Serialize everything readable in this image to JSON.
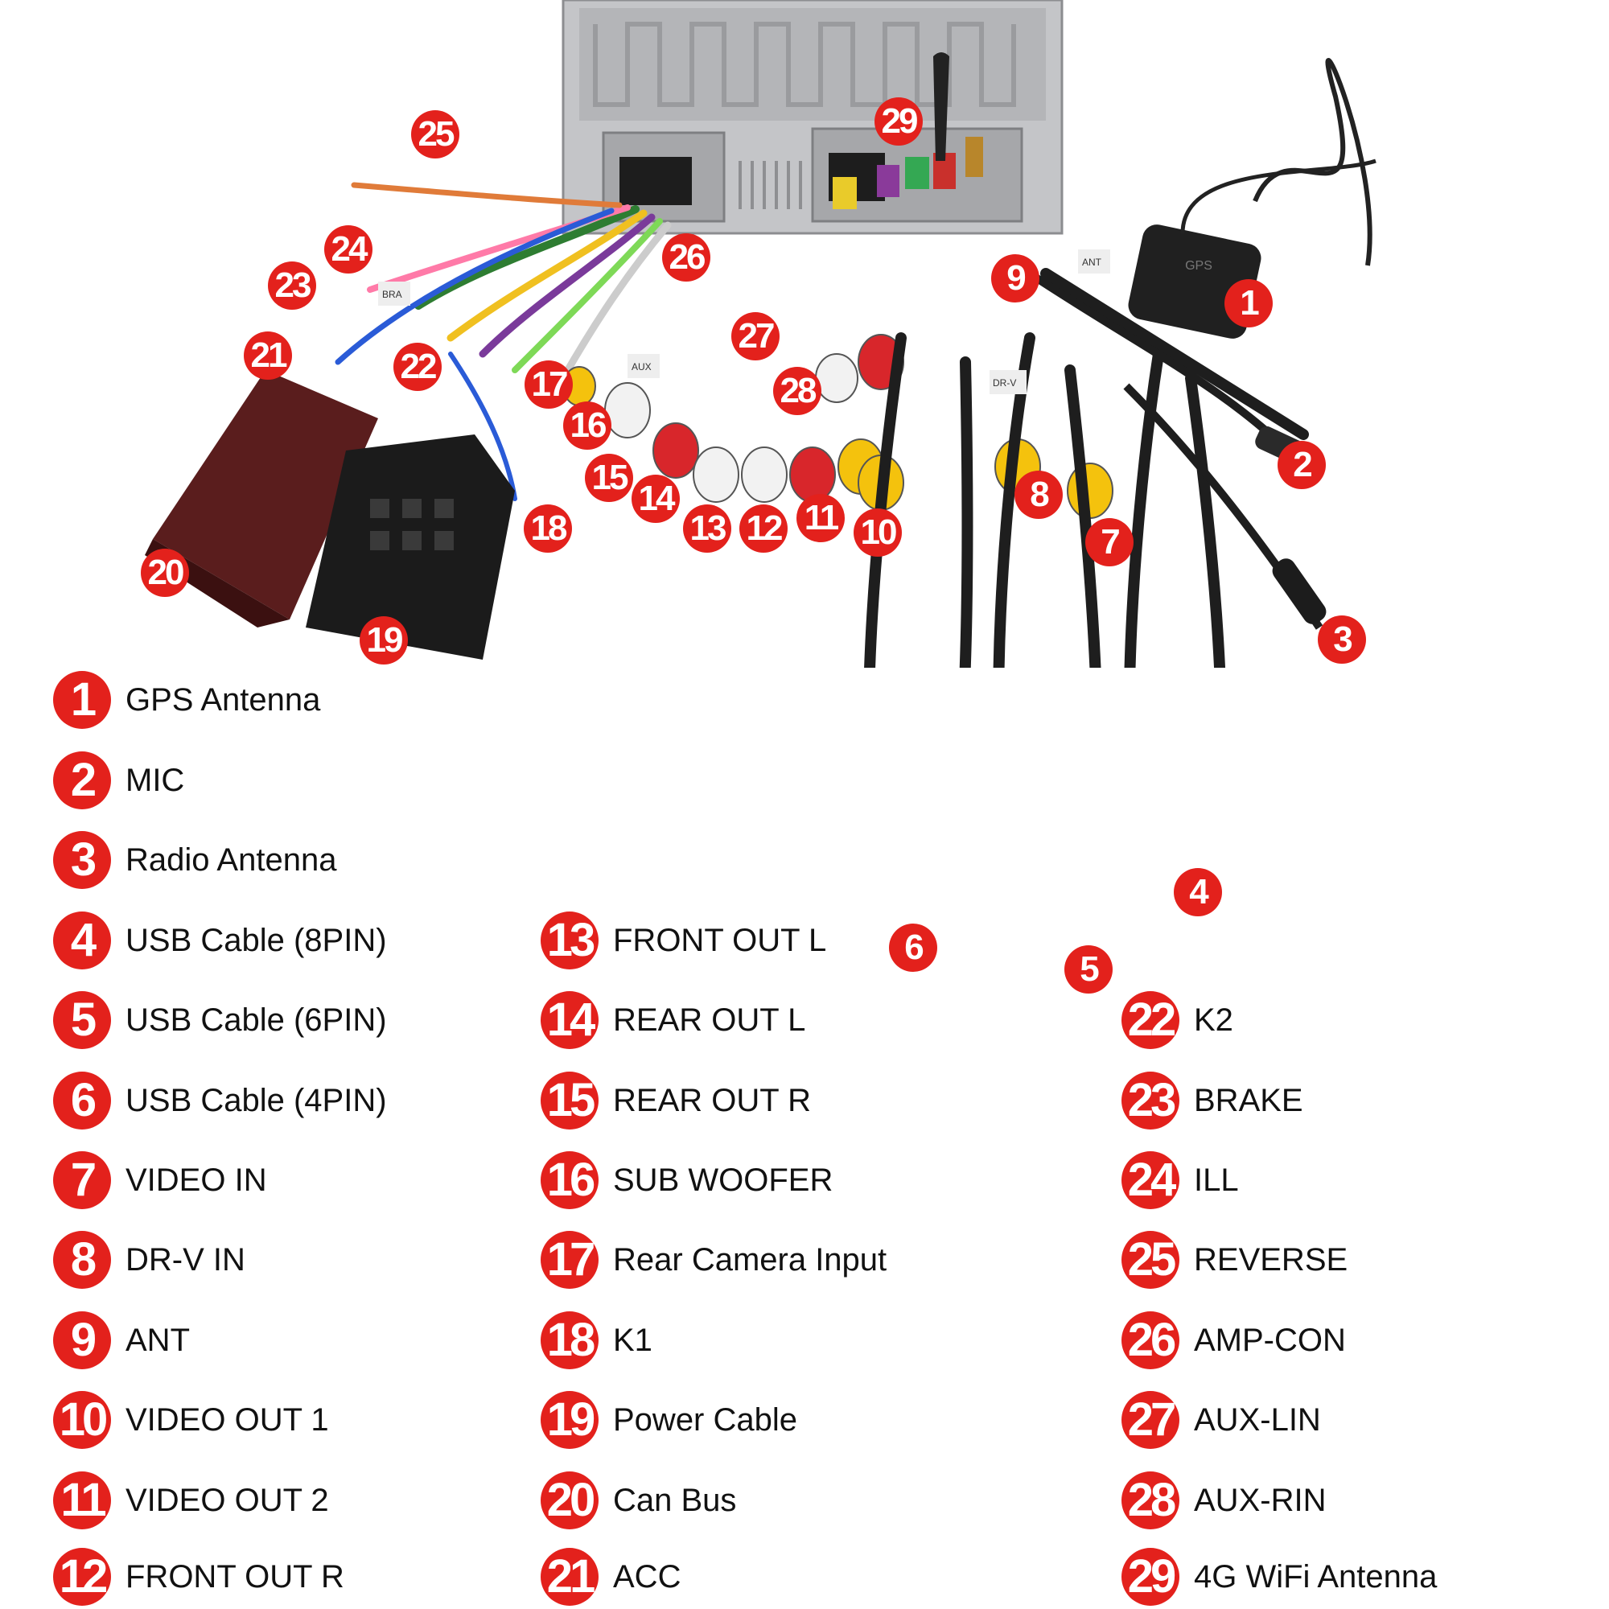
{
  "callouts": [
    "1",
    "2",
    "3",
    "4",
    "5",
    "6",
    "7",
    "8",
    "9",
    "10",
    "11",
    "12",
    "13",
    "14",
    "15",
    "16",
    "17",
    "18",
    "19",
    "20",
    "21",
    "22",
    "23",
    "24",
    "25",
    "26",
    "27",
    "28",
    "29"
  ],
  "photo_labels": {
    "gps_module": "GPS",
    "ant_tag": "ANT",
    "aux_tag": "AUX",
    "drv_tag": "DR-V",
    "brake_tag": "BRA"
  },
  "legend": {
    "col1": [
      {
        "num": "1",
        "label": "GPS Antenna"
      },
      {
        "num": "2",
        "label": "MIC"
      },
      {
        "num": "3",
        "label": "Radio Antenna"
      },
      {
        "num": "4",
        "label": "USB Cable (8PIN)"
      },
      {
        "num": "5",
        "label": "USB Cable (6PIN)"
      },
      {
        "num": "6",
        "label": "USB Cable (4PIN)"
      },
      {
        "num": "7",
        "label": "VIDEO IN"
      },
      {
        "num": "8",
        "label": "DR-V IN"
      },
      {
        "num": "9",
        "label": "ANT"
      },
      {
        "num": "10",
        "label": "VIDEO OUT 1"
      },
      {
        "num": "11",
        "label": "VIDEO OUT 2"
      },
      {
        "num": "12",
        "label": "FRONT OUT R"
      }
    ],
    "col2": [
      {
        "num": "13",
        "label": "FRONT OUT L"
      },
      {
        "num": "14",
        "label": "REAR OUT L"
      },
      {
        "num": "15",
        "label": "REAR OUT R"
      },
      {
        "num": "16",
        "label": "SUB WOOFER"
      },
      {
        "num": "17",
        "label": "Rear Camera Input"
      },
      {
        "num": "18",
        "label": "K1"
      },
      {
        "num": "19",
        "label": "Power Cable"
      },
      {
        "num": "20",
        "label": "Can Bus"
      },
      {
        "num": "21",
        "label": "ACC"
      }
    ],
    "col3": [
      {
        "num": "22",
        "label": "K2"
      },
      {
        "num": "23",
        "label": "BRAKE"
      },
      {
        "num": "24",
        "label": "ILL"
      },
      {
        "num": "25",
        "label": "REVERSE"
      },
      {
        "num": "26",
        "label": "AMP-CON"
      },
      {
        "num": "27",
        "label": "AUX-LIN"
      },
      {
        "num": "28",
        "label": "AUX-RIN"
      },
      {
        "num": "29",
        "label": "4G WiFi Antenna"
      }
    ]
  },
  "colors": {
    "badge": "#e3211c",
    "unit_metal": "#c9cacc",
    "cable_black": "#1e1e1e",
    "rca_red": "#d8262b",
    "rca_white": "#f2f2f2",
    "rca_yellow": "#f4c20d"
  }
}
